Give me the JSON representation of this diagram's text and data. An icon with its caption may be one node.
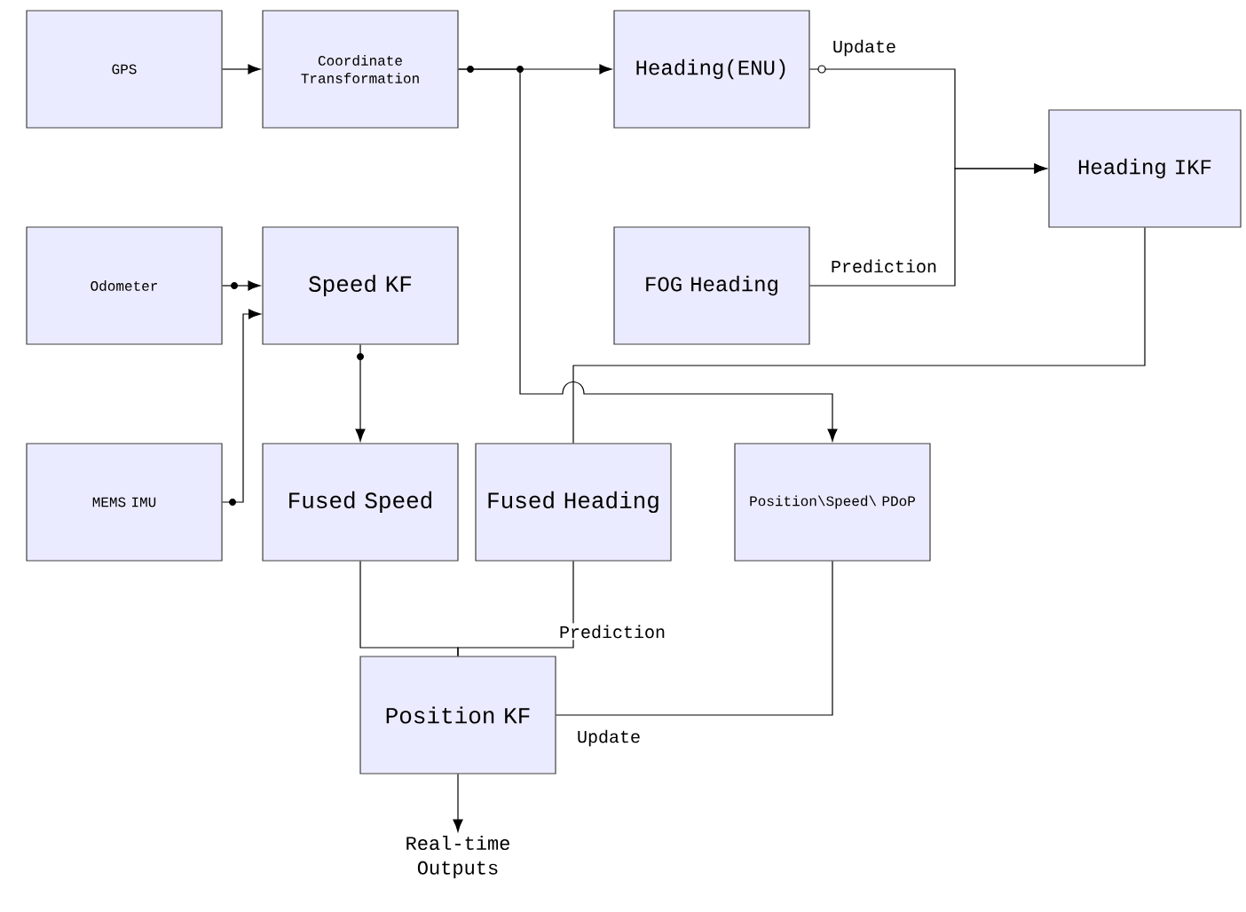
{
  "diagram": {
    "nodes": [
      {
        "text": [
          "GPS"
        ]
      },
      {
        "text": [
          "Coordinate Transformation"
        ]
      },
      {
        "text": [
          "Heading(ENU)"
        ]
      },
      {
        "text": [
          "Heading IKF"
        ]
      },
      {
        "text": [
          "Odometer"
        ]
      },
      {
        "text": [
          "Speed KF"
        ]
      },
      {
        "text": [
          "FOG Heading"
        ]
      },
      {
        "text": [
          "MEMS IMU"
        ]
      },
      {
        "text": [
          "Fused Speed"
        ]
      },
      {
        "text": [
          "Fused Heading"
        ]
      },
      {
        "text": [
          "Position\\Speed\\ PDoP"
        ]
      },
      {
        "text": [
          "Position KF"
        ]
      },
      {
        "text": [
          "Real-time Outputs"
        ]
      }
    ],
    "edges": [
      {
        "from": 0,
        "to": 1,
        "arrow": "to"
      },
      {
        "from": 1,
        "to": 2,
        "arrow": "to"
      },
      {
        "from": 1,
        "to": 10,
        "arrow": "to"
      },
      {
        "from": 2,
        "to": 3,
        "arrow": "to",
        "label": "Update"
      },
      {
        "from": 6,
        "to": 3,
        "arrow": "to",
        "label": "Prediction"
      },
      {
        "from": 3,
        "to": 9,
        "arrow": "none"
      },
      {
        "from": 4,
        "to": 5,
        "arrow": "to"
      },
      {
        "from": 7,
        "to": 5,
        "arrow": "to"
      },
      {
        "from": 5,
        "to": 8,
        "arrow": "to"
      },
      {
        "from": 8,
        "to": 11,
        "arrow": "none"
      },
      {
        "from": 9,
        "to": 11,
        "arrow": "none",
        "label": "Prediction"
      },
      {
        "from": 10,
        "to": 11,
        "arrow": "none",
        "label": "Update"
      },
      {
        "from": 11,
        "to": 12,
        "arrow": "to"
      }
    ]
  }
}
